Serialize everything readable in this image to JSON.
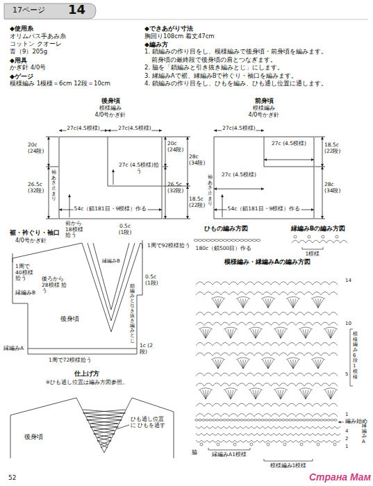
{
  "diagram": {
    "title": "14",
    "labels": [
      "17ページ",
      "◆使用糸",
      "オリムパス手あみ糸",
      "コットン クオーレ",
      "青（9）205g",
      "◆用具",
      "かぎ針 4/0号",
      "◆ゲージ",
      "模様編み 1模様＝6cm 12段＝10cm",
      "◆できあがり寸法",
      "胸回り108cm 着丈47cm",
      "◆編み方",
      "1. 鎖編みの作り目をし、模様編みで後身頃・前身頃を編みます。",
      "前身頃の最終段で後身頃の肩とつなぎます。",
      "2. 脇を「鎖編みと引き抜き編みとじ」にします。",
      "3. 縁編みAで裾、縁編みBで衿ぐり・袖口を編みます。",
      "4. 鎖編みの作り目をし、ひもを編み、ひも通し位置に通します。",
      "後身頃",
      "模様編み",
      "4/0号かぎ針",
      "27c(4.5模様)",
      "27c(4.5模様)",
      "20c (24段)",
      "袖あき止まり",
      "26.5c (32段)",
      "27c (4.5模様)拾う",
      "20c (24段)",
      "28c (34段)",
      "26.5c (32段)",
      "18.5c (22段)",
      "54c（鎖181目・9模様）作る",
      "前身頃",
      "模様編み",
      "4/0号かぎ針",
      "27c(4.5模様)",
      "27c (4.5模様)",
      "18.5c (22段)",
      "27c (4.5模様)",
      "28c (34段)",
      "袖あき止まり",
      "54c（鎖181目・9模様）作る",
      "裾・衿ぐり・袖口",
      "4/0号かぎ針",
      "前から 18模様 拾う",
      "0.5c (1段)",
      "1周で92模様拾う",
      "1周で 40模様 拾う",
      "縁編みB",
      "縁編みB",
      "後ろから 28模様 拾う",
      "0.5c (1段)",
      "後身頃",
      "鎖編みと引き抜き編みとじ",
      "縁編みA",
      "1周で72模様拾う",
      "1c (2段)",
      "仕上げ方",
      "※ひも通し位置は編み方図参照。",
      "後身頃",
      "ひも通し位置に ひもを通す",
      "ひもの編み方図",
      "180c（鎖500目）作る",
      "縁編みBの編み方図",
      "1模様",
      "模様編み・縁編みAの編み方図",
      "14",
      "10",
      "5",
      "1",
      "模様編み 6段1模様",
      "編み始め",
      "4",
      "2",
      "1",
      "縁編みA",
      "脇",
      "縁編みA1模様",
      "模様編み1模様",
      "52",
      "Страна Мам"
    ]
  }
}
